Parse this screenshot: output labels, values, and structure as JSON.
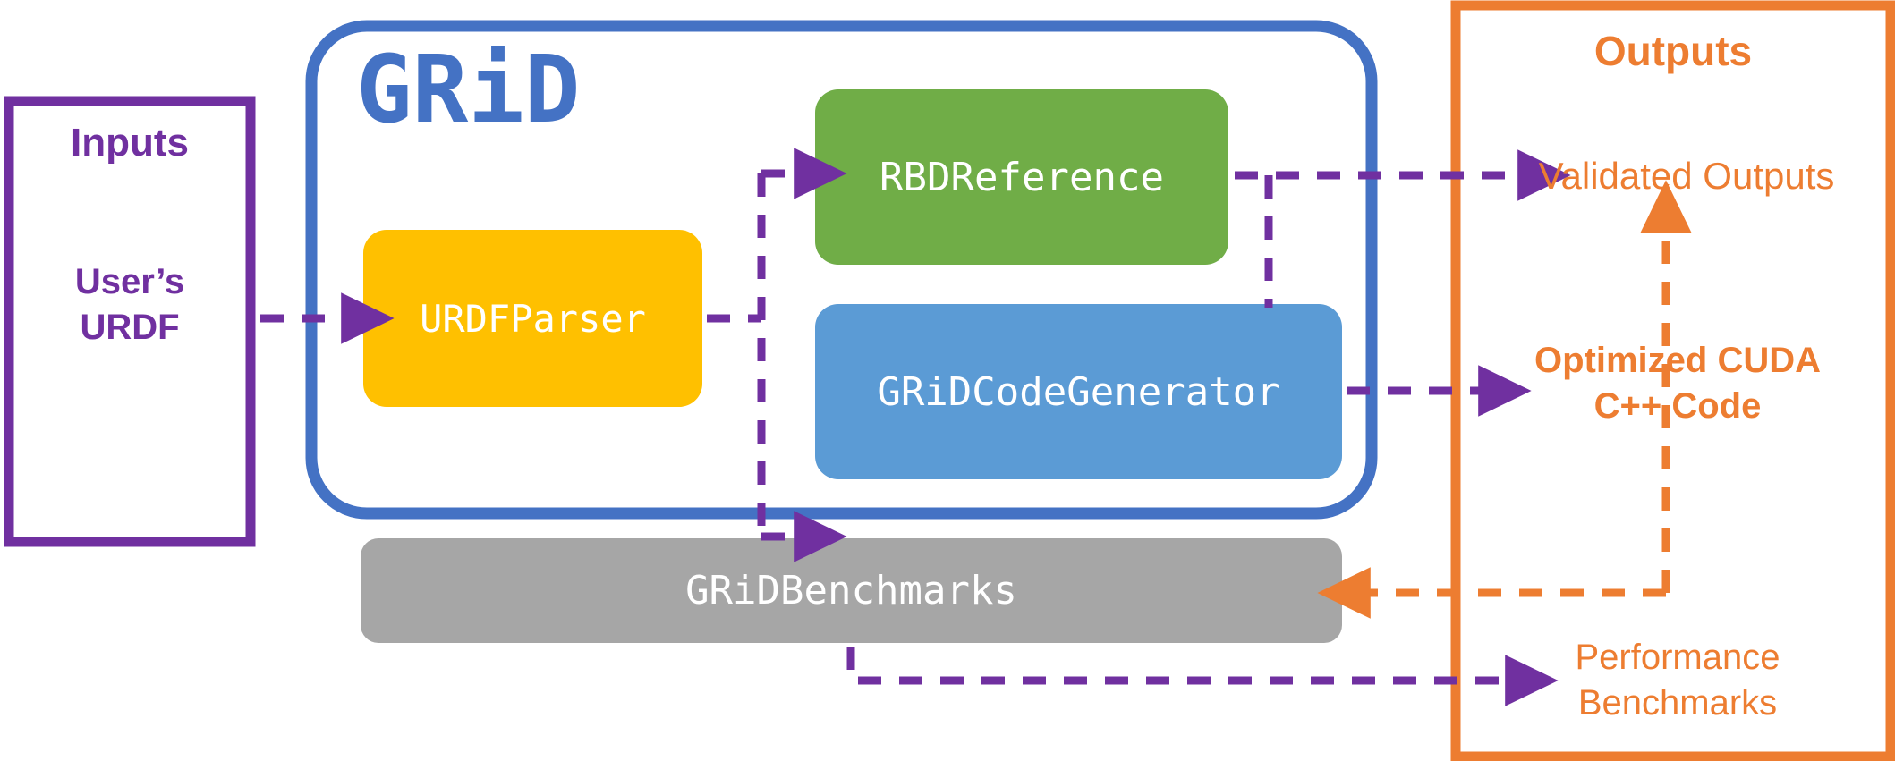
{
  "diagram": {
    "title": "GRiD",
    "title_color": "#4472c4",
    "inputs_panel": {
      "heading": "Inputs",
      "item": "User’s\nURDF",
      "border_color": "#7030a0",
      "text_color": "#7030a0"
    },
    "outputs_panel": {
      "heading": "Outputs",
      "border_color": "#ed7d31",
      "text_color": "#ed7d31",
      "items": [
        {
          "label": "Validated Outputs",
          "bold": false
        },
        {
          "label": "Optimized CUDA\nC++ Code",
          "bold": true
        },
        {
          "label": "Performance\nBenchmarks",
          "bold": false
        }
      ]
    },
    "grid_container": {
      "border_color": "#4472c4"
    },
    "modules": [
      {
        "name": "URDFParser",
        "color": "#ffc000"
      },
      {
        "name": "RBDReference",
        "color": "#70ad47"
      },
      {
        "name": "GRiDCodeGenerator",
        "color": "#5b9bd5"
      },
      {
        "name": "GRiDBenchmarks",
        "color": "#a6a6a6"
      }
    ],
    "connectors": {
      "flow_color": "#7030a0",
      "feedback_color": "#ed7d31",
      "edges": [
        {
          "from": "User’s URDF",
          "to": "URDFParser",
          "style": "dashed"
        },
        {
          "from": "URDFParser",
          "to": "RBDReference",
          "style": "dashed"
        },
        {
          "from": "URDFParser",
          "to": "GRiDCodeGenerator",
          "style": "dashed"
        },
        {
          "from": "RBDReference",
          "to": "Validated Outputs",
          "style": "dashed"
        },
        {
          "from": "RBDReference",
          "to": "GRiDCodeGenerator",
          "style": "dashed"
        },
        {
          "from": "GRiDCodeGenerator",
          "to": "Optimized CUDA C++ Code",
          "style": "dashed"
        },
        {
          "from": "GRiDBenchmarks",
          "to": "Performance Benchmarks",
          "style": "dashed"
        },
        {
          "from": "Optimized CUDA C++ Code",
          "to": "Validated Outputs",
          "style": "dashed-feedback"
        },
        {
          "from": "Outputs",
          "to": "GRiDBenchmarks",
          "style": "dashed-feedback"
        }
      ]
    }
  }
}
